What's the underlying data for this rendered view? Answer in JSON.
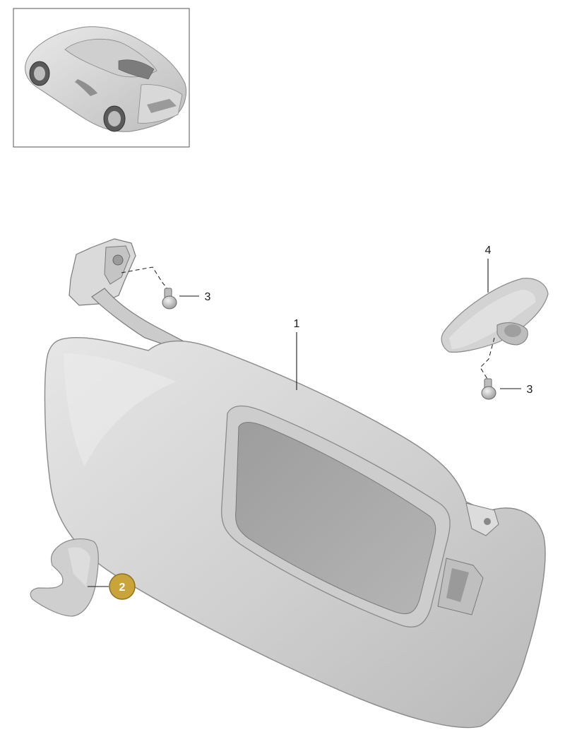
{
  "diagram": {
    "thumbnail": {
      "icon": "car-thumbnail-icon"
    },
    "callouts": [
      {
        "id": "part-1",
        "label": "1"
      },
      {
        "id": "part-2",
        "label": "2",
        "highlighted": true
      },
      {
        "id": "part-3a",
        "label": "3"
      },
      {
        "id": "part-3b",
        "label": "3"
      },
      {
        "id": "part-4",
        "label": "4"
      }
    ],
    "parts": [
      {
        "id": "sun-visor",
        "icon": "sun-visor-icon"
      },
      {
        "id": "cover-cap",
        "icon": "cover-cap-icon"
      },
      {
        "id": "screw-left",
        "icon": "screw-icon"
      },
      {
        "id": "screw-right",
        "icon": "screw-icon"
      },
      {
        "id": "mirror",
        "icon": "rear-view-mirror-icon"
      }
    ],
    "colors": {
      "badge_fill": "#C9A43A",
      "badge_stroke": "#8C7220",
      "part_gray": "#D4D4D4",
      "line": "#1A1A1A"
    }
  }
}
